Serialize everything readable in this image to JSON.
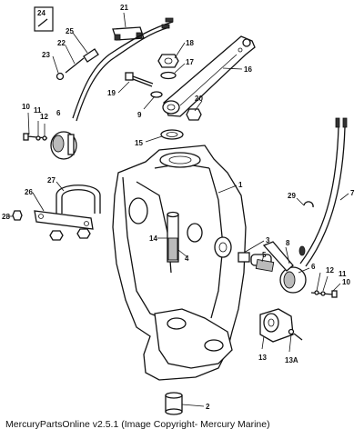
{
  "diagram": {
    "caption": "MercuryPartsOnline v2.5.1 (Image Copyright- Mercury Marine)",
    "callouts": {
      "c1": "1",
      "c2": "2",
      "c3": "3",
      "c4": "4",
      "c5": "5",
      "c6a": "6",
      "c6b": "6",
      "c7": "7",
      "c8": "8",
      "c9": "9",
      "c10a": "10",
      "c10b": "10",
      "c11a": "11",
      "c11b": "11",
      "c12a": "12",
      "c12b": "12",
      "c13": "13",
      "c13a": "13A",
      "c14": "14",
      "c15": "15",
      "c16": "16",
      "c17": "17",
      "c18": "18",
      "c19": "19",
      "c20": "20",
      "c21": "21",
      "c22": "22",
      "c23": "23",
      "c24": "24",
      "c25": "25",
      "c26": "26",
      "c27": "27",
      "c28": "28",
      "c29": "29"
    }
  }
}
